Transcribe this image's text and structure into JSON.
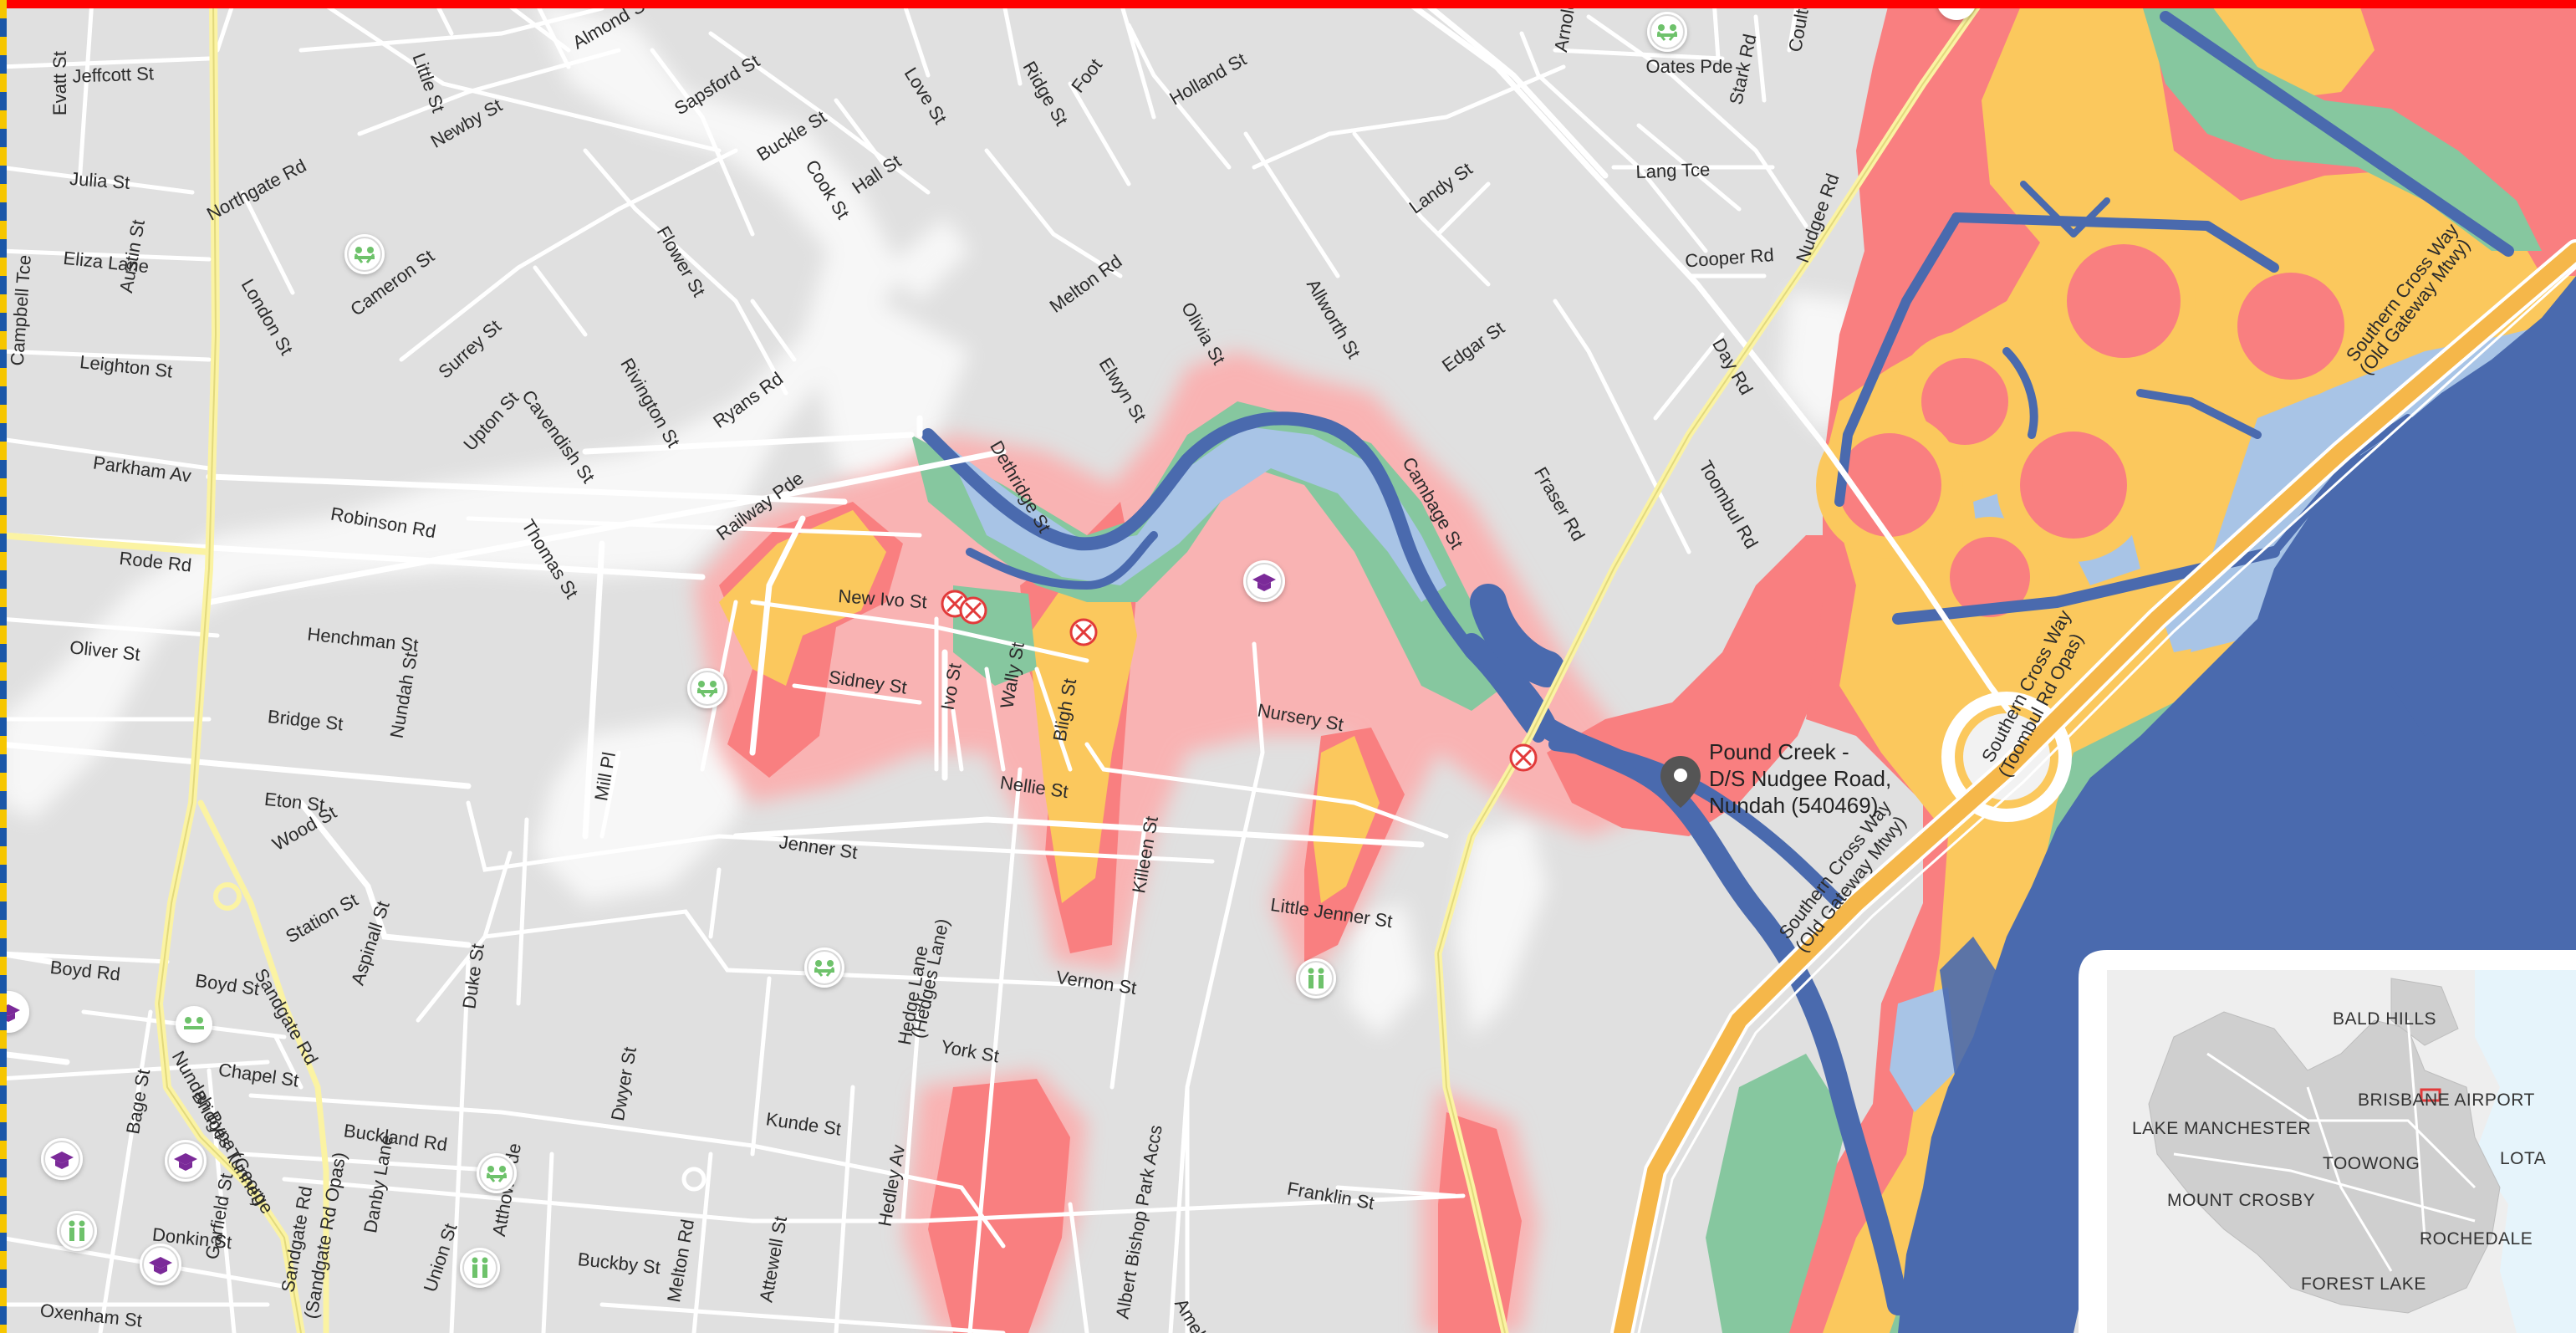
{
  "map": {
    "colors": {
      "base": "#e0e0e0",
      "road": "#ffffff",
      "major_road": "#fbf3a3",
      "motorway": "#f5b74a",
      "flood_deep": "#4a6aae",
      "flood_light_blue": "#a8c4e6",
      "flood_green": "#86c79f",
      "flood_yellow": "#fbc85d",
      "flood_pink": "#f97f80",
      "top_bar": "#ff0000",
      "left_stripe_1": "#f6c600",
      "left_stripe_2": "#1a57a8",
      "icon_green": "#6ec26b",
      "icon_purple": "#7b2a99"
    },
    "streets": [
      "Jeffcott St",
      "Evatt St",
      "Julia St",
      "Eliza Lane",
      "Austin St",
      "Leighton St",
      "Campbell Tce",
      "Parkham Av",
      "Rode Rd",
      "Oliver St",
      "Henchman St",
      "Bridge St",
      "Nundah St",
      "Eton St",
      "Wood St",
      "Station St",
      "Aspinall St",
      "Boyd Rd",
      "Boyd St",
      "Chapel St",
      "Bage St",
      "Donkin St",
      "Oxenham St",
      "Garfield St",
      "Northgate Rd",
      "London St",
      "Cameron St",
      "Little St",
      "Newby St",
      "Almond St",
      "Sapsford St",
      "Buckle St",
      "Cook St",
      "Hall St",
      "Love St",
      "Ridge St",
      "Flower St",
      "Rivington St",
      "Surrey St",
      "Cavendish St",
      "Upton St",
      "Thomas St",
      "Robinson Rd",
      "Ryans Rd",
      "Railway Pde",
      "Melton Rd",
      "Elwyn St",
      "Olivia St",
      "Dethridge St",
      "Holland St",
      "Allworth St",
      "Landy St",
      "Edgar St",
      "Cambage St",
      "Fraser Rd",
      "Arnold Rd",
      "Oates Pde",
      "Stark Rd",
      "Coulter Ct",
      "Lang Tce",
      "Cooper Rd",
      "Day Rd",
      "Nudgee Rd",
      "Toombul Rd",
      "New Ivo St",
      "Sidney St",
      "Ivo St",
      "Wally St",
      "Bligh St",
      "Nellie St",
      "Mill Pl",
      "Jenner St",
      "Nursery St",
      "Killeen St",
      "Little Jenner St",
      "Vernon St",
      "Hedge Lane",
      "(Hedges Lane)",
      "York St",
      "Kunde St",
      "Hedley Av",
      "Duke St",
      "Dwyer St",
      "Buckland Rd",
      "Danby Lane",
      "Atthow Pde",
      "Buckby St",
      "Melton Rd",
      "Attewell St",
      "Union St",
      "Albert Bishop Park Accs",
      "Amelia St",
      "Franklin St",
      "Sandgate Rd",
      "Nundah Bypa (George",
      "Bridges Tunnel)",
      "Sandgate Rd",
      "(Sandgate Rd Opas)",
      "Southern Cross Way",
      "(Old Gateway Mtwy)",
      "Southern Cross Way",
      "(Toombul Rd Opas)",
      "Southern Cross Way",
      "(Old Gateway Mtwy)",
      "Foot"
    ],
    "station": {
      "line1": "Pound Creek -",
      "line2": "D/S Nudgee Road,",
      "line3": "Nundah (540469)",
      "icon": "location-pin-icon"
    }
  },
  "inset": {
    "labels": [
      "BALD HILLS",
      "BRISBANE AIRPORT",
      "LAKE MANCHESTER",
      "TOOWONG",
      "LOTA",
      "MOUNT CROSBY",
      "ROCHEDALE",
      "FOREST LAKE"
    ],
    "icon": "viewport-rectangle-icon"
  }
}
